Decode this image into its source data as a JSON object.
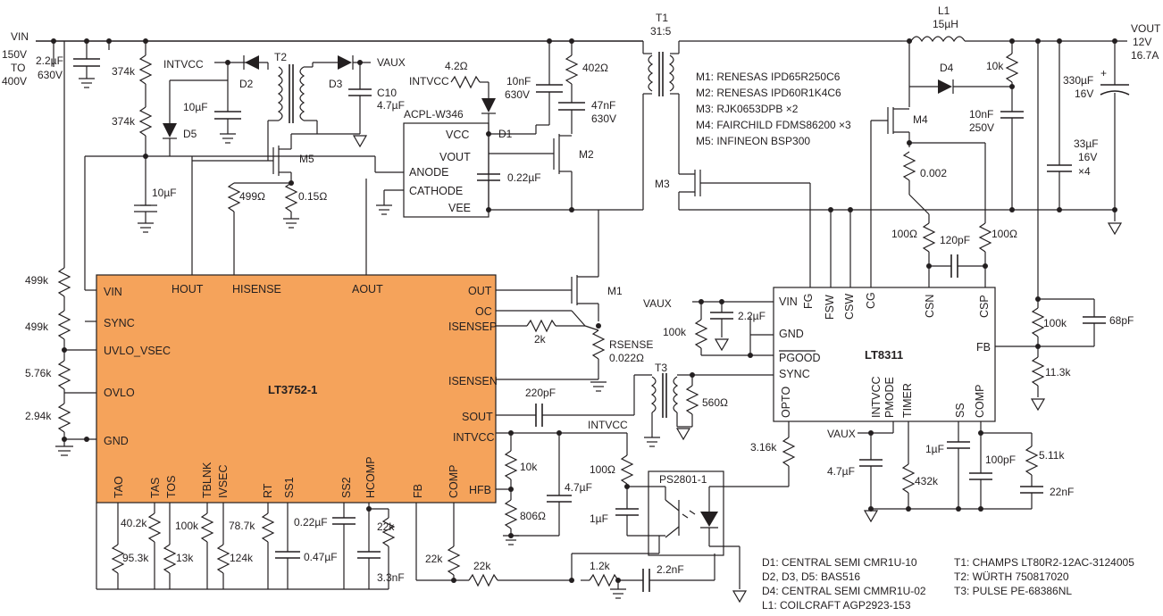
{
  "ic_main": {
    "name": "LT3752-1",
    "fill_color": "#f5a35b",
    "pins_left": [
      "VIN",
      "SYNC",
      "UVLO_VSEC",
      "OVLO",
      "GND"
    ],
    "pins_top": [
      "HOUT",
      "HISENSE",
      "AOUT"
    ],
    "pins_right": [
      "OUT",
      "OC",
      "ISENSEP",
      "ISENSEN",
      "SOUT",
      "INTVCC",
      "HFB"
    ],
    "pins_bottom": [
      "TAO",
      "TAS",
      "TOS",
      "TBLNK",
      "IVSEC",
      "RT",
      "SS1",
      "SS2",
      "HCOMP",
      "FB",
      "COMP"
    ]
  },
  "ic_sec": {
    "name": "LT8311",
    "pins_left": [
      "VIN",
      "GND",
      "PGOOD",
      "SYNC"
    ],
    "pins_top": [
      "FG",
      "FSW",
      "CSW",
      "CG",
      "CSN",
      "CSP"
    ],
    "pins_right": [
      "FB"
    ],
    "pins_bottom": [
      "OPTO",
      "INTVCC",
      "PMODE",
      "TIMER",
      "SS",
      "COMP"
    ]
  },
  "opto_driver": {
    "name": "ACPL-W346",
    "pins": [
      "VCC",
      "VOUT",
      "ANODE",
      "CATHODE",
      "VEE"
    ]
  },
  "optocoupler": {
    "name": "PS2801-1"
  },
  "input": {
    "name": "VIN",
    "range": [
      "150V",
      "TO",
      "400V"
    ]
  },
  "output": {
    "name": "VOUT",
    "voltage": "12V",
    "current": "16.7A"
  },
  "nets": {
    "intvcc": "INTVCC",
    "vaux": "VAUX"
  },
  "transformers": [
    {
      "ref": "T1",
      "ratio": "31:5"
    },
    {
      "ref": "T2"
    },
    {
      "ref": "T3"
    }
  ],
  "inductor": {
    "ref": "L1",
    "value": "15µH"
  },
  "sense": {
    "name": "RSENSE",
    "value": "0.022Ω"
  },
  "components": {
    "c_in": [
      "2.2µF",
      "630V"
    ],
    "r_374a": "374k",
    "r_374b": "374k",
    "c_10u_a": "10µF",
    "c_10u_b": "10µF",
    "d2": "D2",
    "d3": "D3",
    "d5": "D5",
    "d1": "D1",
    "d4": "D4",
    "c10": [
      "C10",
      "4.7µF"
    ],
    "r_4r2": "4.2Ω",
    "c_10n": [
      "10nF",
      "630V"
    ],
    "r_402": "402Ω",
    "c_47n": [
      "47nF",
      "630V"
    ],
    "c_022u": "0.22µF",
    "m5": "M5",
    "m2": "M2",
    "m3": "M3",
    "m1": "M1",
    "m4": "M4",
    "r_499": "499Ω",
    "r_015": "0.15Ω",
    "r_499k_a": "499k",
    "r_499k_b": "499k",
    "r_576k": "5.76k",
    "r_294k": "2.94k",
    "r_2k": "2k",
    "c_220p": "220pF",
    "r_10k_a": "10k",
    "r_806": "806Ω",
    "c_47u_b": "4.7µF",
    "r_100_opto": "100Ω",
    "c_1u_opto": "1µF",
    "r_560": "560Ω",
    "r_402k": "40.2k",
    "r_953k": "95.3k",
    "r_13k": "13k",
    "r_100k_t": "100k",
    "r_124k": "124k",
    "r_787k": "78.7k",
    "c_022u_ss": "0.22µF",
    "c_047u": "0.47µF",
    "r_22k_hc": "22k",
    "c_33n": "3.3nF",
    "r_22k_fb": "22k",
    "r_22k_b": "22k",
    "r_12k": "1.2k",
    "c_22n": "2.2nF",
    "r_316k": "3.16k",
    "c_47u_c": "4.7µF",
    "r_432k": "432k",
    "c_1u_ss": "1µF",
    "c_100p": "100pF",
    "r_511k": "5.11k",
    "c_22nF": "22nF",
    "r_100k_v": "100k",
    "c_22u_v": "2.2µF",
    "r_100k_fb": "100k",
    "c_68p": "68pF",
    "r_113k": "11.3k",
    "r_10k_b": "10k",
    "c_10n_250": [
      "10nF",
      "250V"
    ],
    "r_0002": "0.002",
    "r_100_a": "100Ω",
    "c_120p": "120pF",
    "r_100_b": "100Ω",
    "c_330u": [
      "330µF",
      "16V"
    ],
    "c_33u": [
      "33µF",
      "16V",
      "×4"
    ]
  },
  "mosfet_list": [
    "M1: RENESAS IPD65R250C6",
    "M2: RENESAS IPD60R1K4C6",
    "M3: RJK0653DPB ×2",
    "M4: FAIRCHILD FDMS86200 ×3",
    "M5: INFINEON BSP300"
  ],
  "parts_list_left": [
    "D1: CENTRAL SEMI CMR1U-10",
    "D2, D3, D5: BAS516",
    "D4: CENTRAL SEMI CMMR1U-02",
    "L1: COILCRAFT AGP2923-153"
  ],
  "parts_list_right": [
    "T1: CHAMPS LT80R2-12AC-3124005",
    "T2: WÜRTH 750817020",
    "T3: PULSE PE-68386NL"
  ]
}
